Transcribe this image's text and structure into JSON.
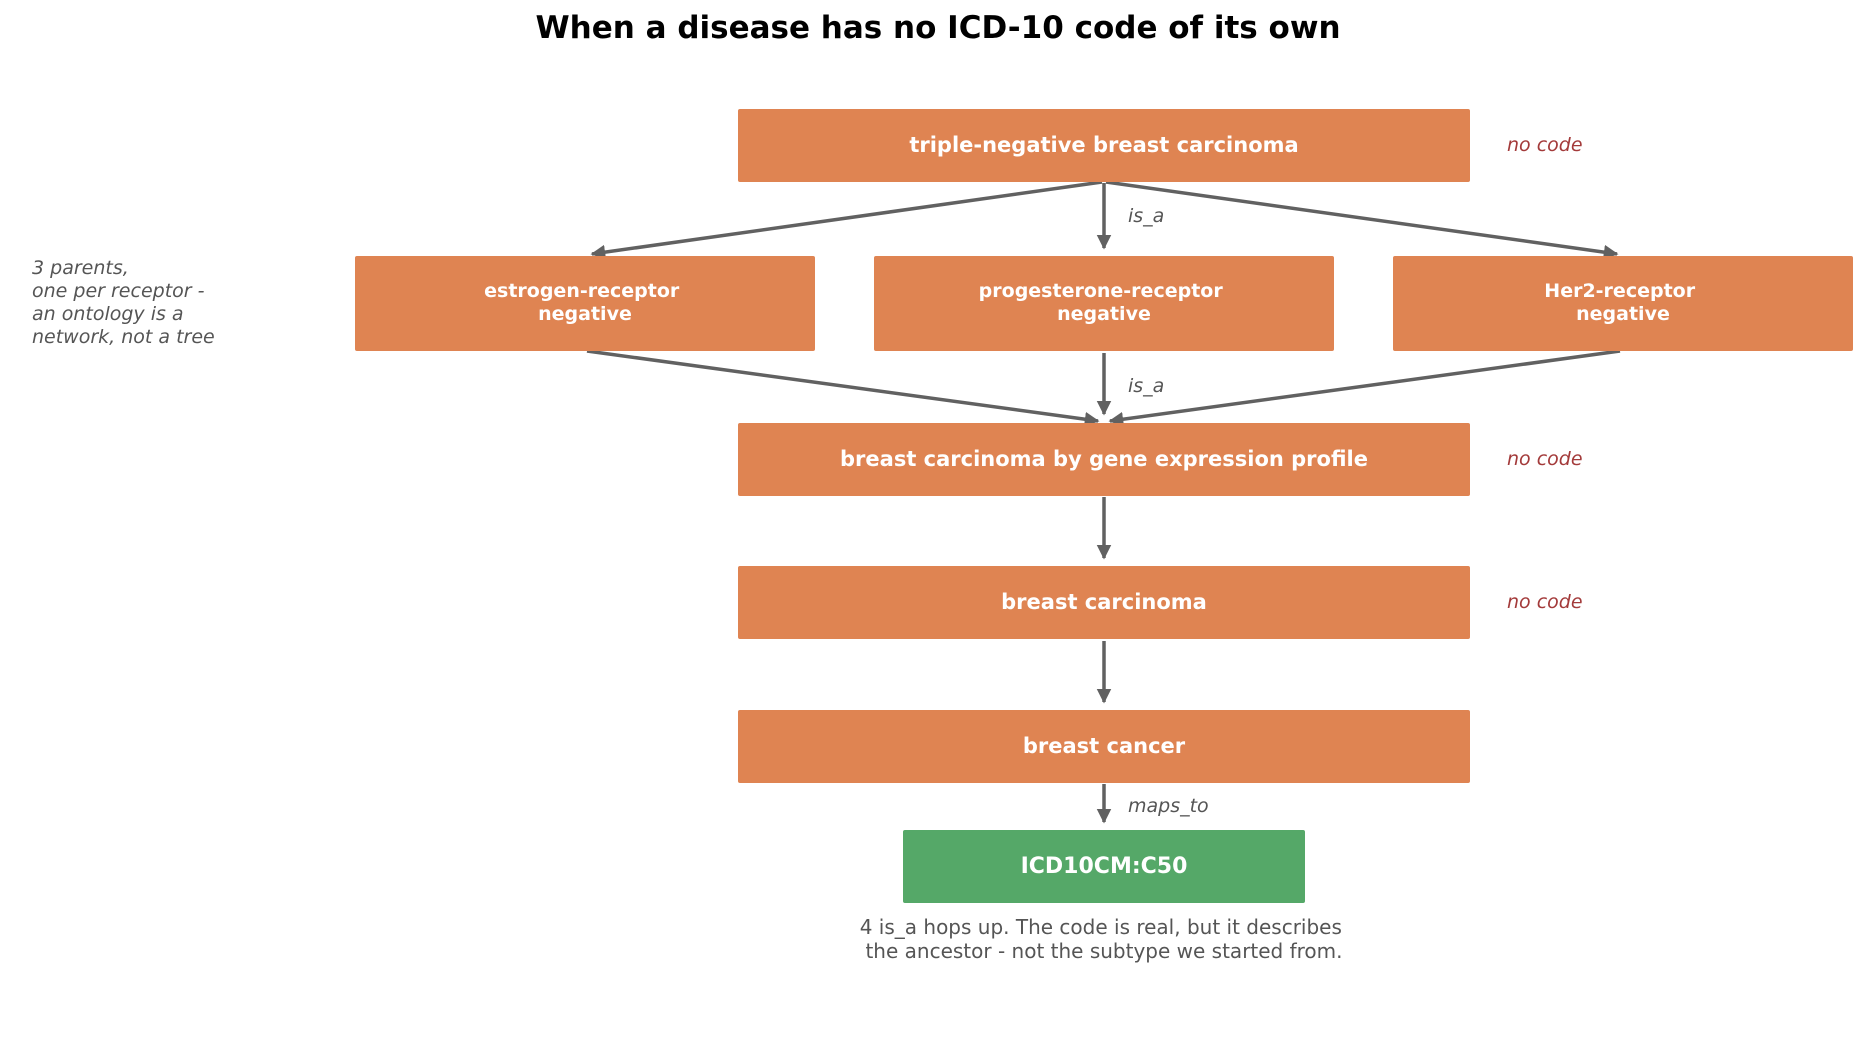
{
  "title": "When a disease has no ICD-10 code of its own",
  "colors": {
    "concept_node": "#df8452",
    "code_node": "#55a868",
    "edge": "#616161",
    "no_code_text": "#a33a3a",
    "note_text": "#555555"
  },
  "nodes": {
    "tnbc": "triple-negative breast carcinoma",
    "er_neg": [
      "estrogen-receptor",
      "negative"
    ],
    "pr_neg": [
      "progesterone-receptor",
      "negative"
    ],
    "her2_neg": [
      "Her2-receptor",
      "negative"
    ],
    "gene_profile": "breast carcinoma by gene expression profile",
    "breast_carcinoma": "breast carcinoma",
    "breast_cancer": "breast cancer",
    "icd_code": "ICD10CM:C50"
  },
  "edge_labels": {
    "is_a_top": "is_a",
    "is_a_middle": "is_a",
    "maps_to": "maps_to"
  },
  "no_code_label": "no code",
  "side_note": [
    "3 parents,",
    "one per receptor -",
    "an ontology is a",
    "network, not a tree"
  ],
  "footnote": [
    "4 is_a hops up. The code is real, but it describes",
    "the ancestor - not the subtype we started from."
  ]
}
